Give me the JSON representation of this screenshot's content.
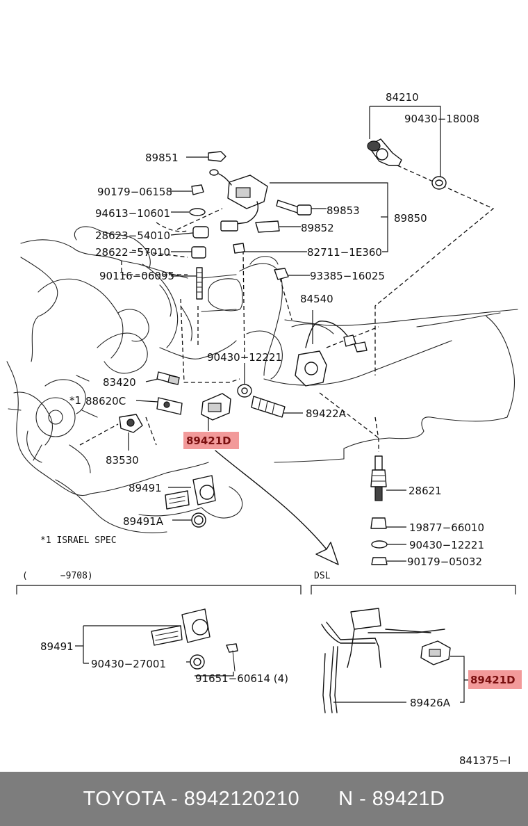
{
  "labels": {
    "p84210": "84210",
    "p90430_18008": "90430−18008",
    "p89851": "89851",
    "p90179_06158": "90179−06158",
    "p94613_10601": "94613−10601",
    "p28623_54010": "28623−54010",
    "p28622_57010": "28622−57010",
    "p90116_06095": "90116−06095",
    "p89853": "89853",
    "p89852": "89852",
    "p89850": "89850",
    "p82711_1E360": "82711−1E360",
    "p93385_16025": "93385−16025",
    "p84540": "84540",
    "p90430_12221_a": "90430−12221",
    "p83420": "83420",
    "p88620C": "88620C",
    "p89422A": "89422A",
    "p89421D_main": "89421D",
    "p83530": "83530",
    "p89491_a": "89491",
    "p89491A": "89491A",
    "p28621": "28621",
    "p19877_66010": "19877−66010",
    "p90430_12221_b": "90430−12221",
    "p90179_05032": "90179−05032",
    "p89491_b": "89491",
    "p90430_27001": "90430−27001",
    "p91651_60614": "91651−60614 (4)",
    "p89421D_dsl": "89421D",
    "p89426A": "89426A"
  },
  "notes": {
    "star_mark": "*1",
    "israel_spec": "*1 ISRAEL SPEC",
    "range_left": "(      −9708)",
    "range_right": "DSL",
    "diagram_no": "841375−I"
  },
  "highlight_color": "#f29a9a",
  "footer": {
    "brand_part": "TOYOTA - 8942120210",
    "ref": "N - 89421D"
  }
}
